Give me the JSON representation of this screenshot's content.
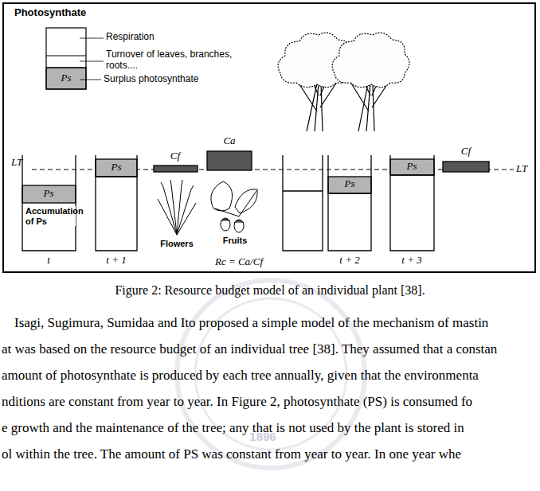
{
  "diagram": {
    "caption": "Figure 2: Resource budget model of an individual plant [38].",
    "labels": [
      "Photosynthate",
      "Respiration",
      "Turnover of leaves, branches, roots....",
      "Ps",
      "Surplus photosynthate",
      "LT",
      "LT",
      "Ps",
      "Accumulation of Ps",
      "Ps",
      "Cf",
      "Ca",
      "Flowers",
      "Fruits",
      "Ps",
      "Ps",
      "Cf",
      "t",
      "t + 1",
      "t + 2",
      "t + 3",
      "Rc = Ca/Cf",
      "Isagi, Sugimura, Sumidaa and Ito proposed a simple model of the mechanism of mastin",
      "at was based on the resource budget of an individual tree [38]. They assumed that a constan",
      "amount of photosynthate is produced by each tree annually, given that the environmenta",
      "nditions are constant from year to year. In Figure 2, photosynthate (PS) is consumed fo",
      "e growth and the maintenance of the tree; any that is not used by the plant is stored in",
      "ol within the tree. The amount of PS was constant from year to year. In one year whe",
      "1896"
    ]
  }
}
